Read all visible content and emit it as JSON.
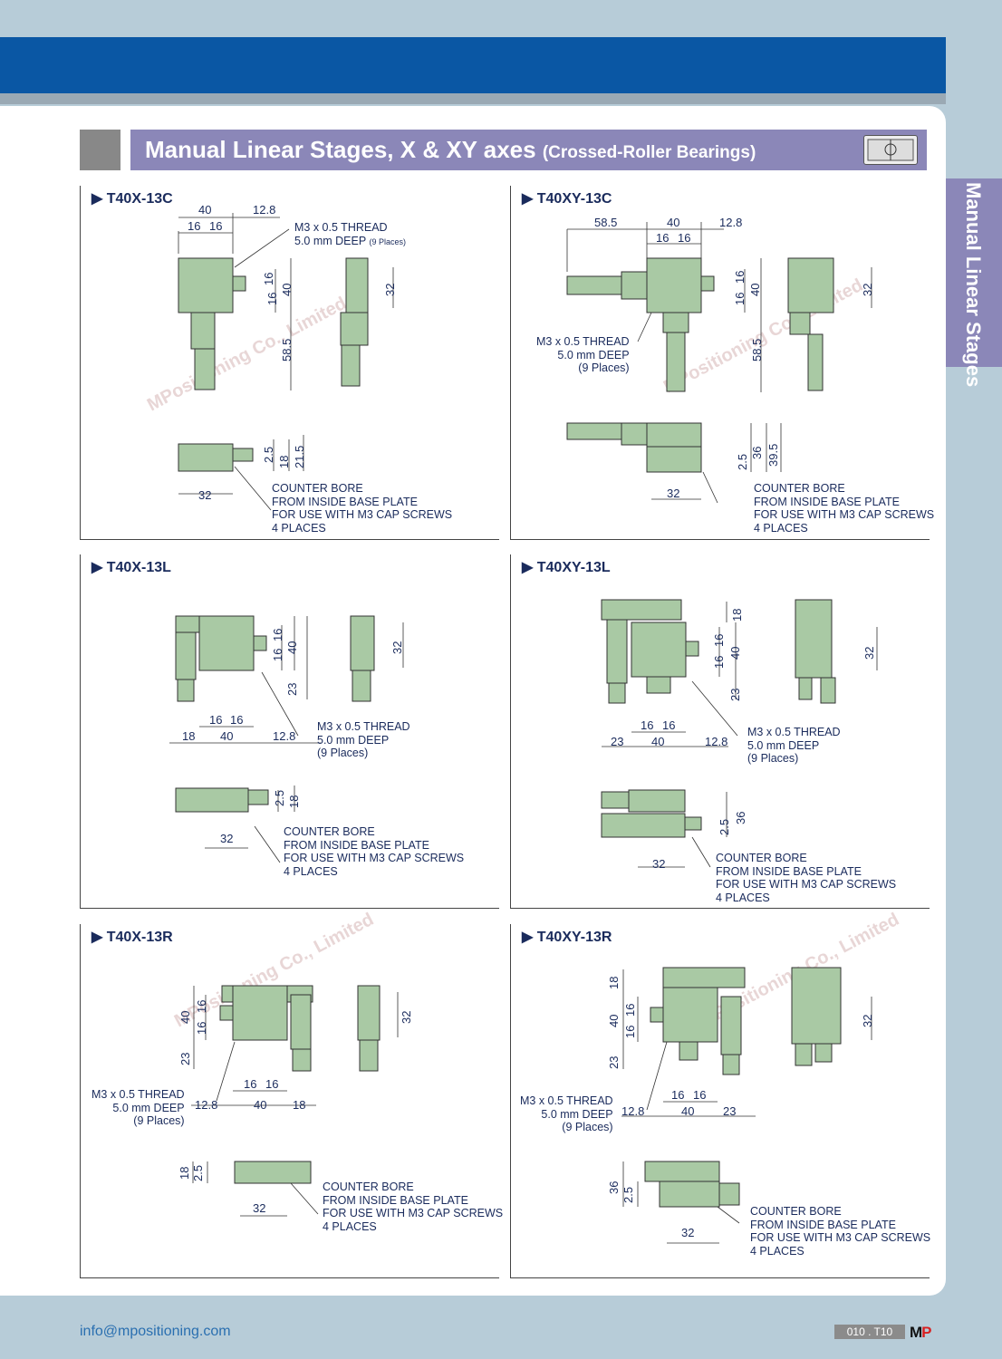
{
  "header": {
    "title": "Manual Linear Stages, X & XY axes",
    "subtitle": "(Crossed-Roller Bearings)",
    "side_tab": "Manual Linear Stages"
  },
  "panels": [
    {
      "model": "T40X-13C",
      "dims": [
        "40",
        "16",
        "16",
        "12.8",
        "16",
        "16",
        "40",
        "32",
        "58.5",
        "2.5",
        "18",
        "21.5",
        "32"
      ],
      "thread_note": "M3 x 0.5 THREAD\n5.0 mm DEEP",
      "thread_places": "(9 Places)",
      "bore_note": "COUNTER BORE\nFROM INSIDE BASE PLATE\nFOR USE WITH M3 CAP SCREWS\n4 PLACES"
    },
    {
      "model": "T40XY-13C",
      "dims": [
        "58.5",
        "40",
        "12.8",
        "16",
        "16",
        "16",
        "16",
        "40",
        "32",
        "58.5",
        "36",
        "39.5",
        "2.5",
        "32"
      ],
      "thread_note": "M3 x 0.5 THREAD\n5.0 mm DEEP\n(9 Places)",
      "bore_note": "COUNTER BORE\nFROM INSIDE BASE PLATE\nFOR USE WITH M3 CAP SCREWS\n4 PLACES"
    },
    {
      "model": "T40X-13L",
      "dims": [
        "16",
        "16",
        "40",
        "23",
        "32",
        "16",
        "16",
        "18",
        "40",
        "12.8",
        "2.5",
        "18",
        "32"
      ],
      "thread_note": "M3 x 0.5 THREAD\n5.0 mm DEEP\n(9 Places)",
      "bore_note": "COUNTER BORE\nFROM INSIDE BASE PLATE\nFOR USE WITH M3 CAP SCREWS\n4 PLACES"
    },
    {
      "model": "T40XY-13L",
      "dims": [
        "18",
        "16",
        "16",
        "40",
        "23",
        "32",
        "16",
        "16",
        "23",
        "40",
        "12.8",
        "2.5",
        "36",
        "32"
      ],
      "thread_note": "M3 x 0.5 THREAD\n5.0 mm DEEP\n(9 Places)",
      "bore_note": "COUNTER BORE\nFROM INSIDE BASE PLATE\nFOR USE WITH M3 CAP SCREWS\n4 PLACES"
    },
    {
      "model": "T40X-13R",
      "dims": [
        "40",
        "16",
        "16",
        "23",
        "32",
        "16",
        "16",
        "12.8",
        "40",
        "18",
        "18",
        "2.5",
        "32"
      ],
      "thread_note": "M3 x 0.5 THREAD\n5.0 mm DEEP\n(9 Places)",
      "bore_note": "COUNTER BORE\nFROM INSIDE BASE PLATE\nFOR USE WITH M3 CAP SCREWS\n4 PLACES"
    },
    {
      "model": "T40XY-13R",
      "dims": [
        "18",
        "40",
        "16",
        "16",
        "23",
        "32",
        "16",
        "16",
        "12.8",
        "40",
        "23",
        "36",
        "2.5",
        "32"
      ],
      "thread_note": "M3 x 0.5 THREAD\n5.0 mm DEEP\n(9 Places)",
      "bore_note": "COUNTER BORE\nFROM INSIDE BASE PLATE\nFOR USE WITH M3 CAP SCREWS\n4 PLACES"
    }
  ],
  "footer": {
    "email": "info@mpositioning.com",
    "page": "010 . T10",
    "logo_m": "M",
    "logo_p": "P"
  },
  "watermark": "MPositioning Co., Limited",
  "colors": {
    "header_blue": "#0a57a4",
    "accent_purple": "#8b87b8",
    "stage_green": "#a9c9a4"
  }
}
